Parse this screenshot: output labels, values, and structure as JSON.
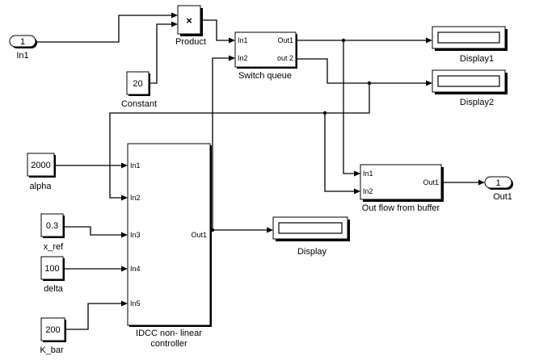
{
  "blocks": {
    "in1": {
      "label": "In1",
      "value": "1"
    },
    "constant": {
      "label": "Constant",
      "value": "20"
    },
    "product": {
      "label": "Product",
      "symbol": "×"
    },
    "switch_queue": {
      "label": "Switch queue",
      "in1": "In1",
      "in2": "In2",
      "out1": "Out1",
      "out2": "out 2"
    },
    "display1": {
      "label": "Display1"
    },
    "display2": {
      "label": "Display2"
    },
    "alpha": {
      "label": "alpha",
      "value": "2000"
    },
    "x_ref": {
      "label": "x_ref",
      "value": "0.3"
    },
    "delta": {
      "label": "delta",
      "value": "100"
    },
    "k_bar": {
      "label": "K_bar",
      "value": "200"
    },
    "idcc": {
      "label_line1": "IDCC non- linear",
      "label_line2": "controller",
      "in1": "In1",
      "in2": "In2",
      "in3": "In3",
      "in4": "In4",
      "in5": "In5",
      "out1": "Out1"
    },
    "display": {
      "label": "Display"
    },
    "out_flow": {
      "label": "Out flow from buffer",
      "in1": "In1",
      "in2": "In2",
      "out1": "Out1"
    },
    "out1": {
      "label": "Out1",
      "value": "1"
    }
  }
}
